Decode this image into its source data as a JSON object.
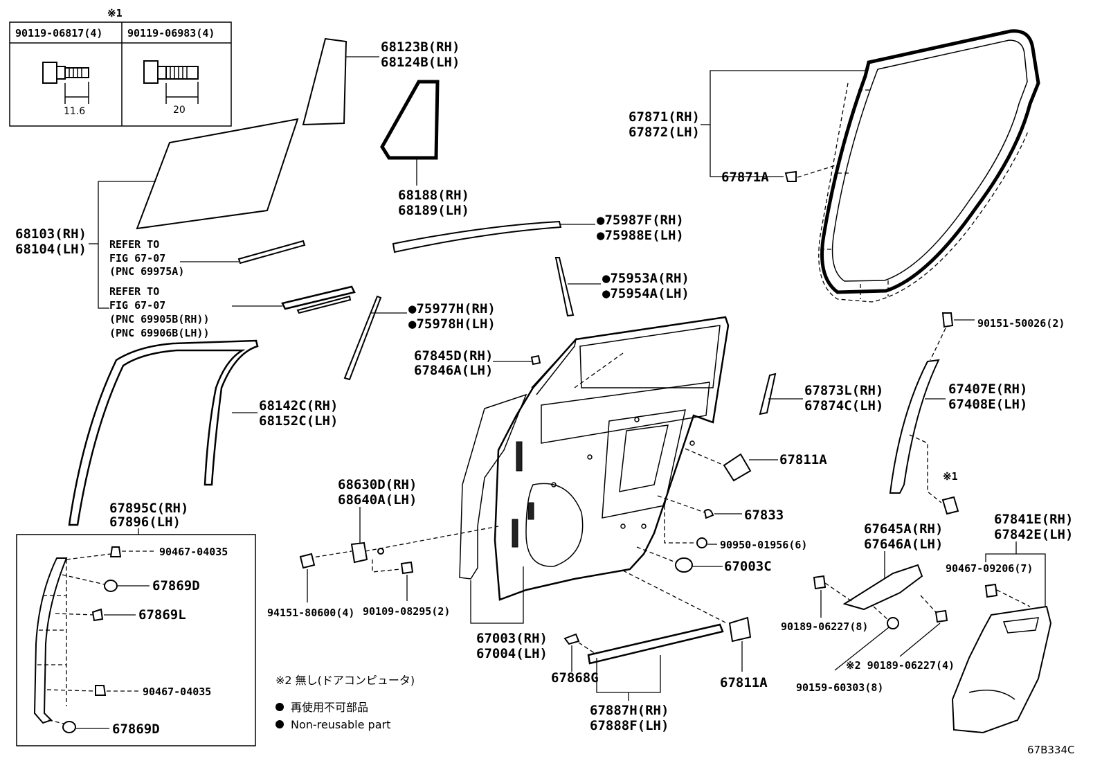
{
  "inset": {
    "marker": "※1",
    "col1_part": "90119-06817(4)",
    "col1_dim": "11.6",
    "col2_part": "90119-06983(4)",
    "col2_dim": "20"
  },
  "labels": {
    "p68123b": "68123B(RH)",
    "p68124b": "68124B(LH)",
    "p68188": "68188(RH)",
    "p68189": "68189(LH)",
    "p68103": "68103(RH)",
    "p68104": "68104(LH)",
    "ref1_l1": "REFER TO",
    "ref1_l2": "FIG 67-07",
    "ref1_l3": "(PNC 69975A)",
    "ref2_l1": "REFER TO",
    "ref2_l2": "FIG 67-07",
    "ref2_l3": "(PNC 69905B(RH))",
    "ref2_l4": "(PNC 69906B(LH))",
    "p75987f": "●75987F(RH)",
    "p75988e": "●75988E(LH)",
    "p75953a": "●75953A(RH)",
    "p75954a": "●75954A(LH)",
    "p75977h": "●75977H(RH)",
    "p75978h": "●75978H(LH)",
    "p67845d": "67845D(RH)",
    "p67846a": "67846A(LH)",
    "p67871": "67871(RH)",
    "p67872": "67872(LH)",
    "p67871a": "67871A",
    "p90151": "90151-50026(2)",
    "p67873l": "67873L(RH)",
    "p67874c": "67874C(LH)",
    "p67407e": "67407E(RH)",
    "p67408e": "67408E(LH)",
    "p67811a_top": "67811A",
    "p68142c": "68142C(RH)",
    "p68152c": "68152C(LH)",
    "p68630d": "68630D(RH)",
    "p68640a": "68640A(LH)",
    "p67833": "67833",
    "p90950": "90950-01956(6)",
    "p67003c": "67003C",
    "p67645a": "67645A(RH)",
    "p67646a": "67646A(LH)",
    "p67841e": "67841E(RH)",
    "p67842e": "67842E(LH)",
    "p90467_09206": "90467-09206(7)",
    "marker1_right": "※1",
    "p67895c": "67895C(RH)",
    "p67896": "67896(LH)",
    "p90467_04035_a": "90467-04035",
    "p67869d_a": "67869D",
    "p67869l": "67869L",
    "p90467_04035_b": "90467-04035",
    "p67869d_b": "67869D",
    "p94151": "94151-80600(4)",
    "p90109": "90109-08295(2)",
    "p67003": "67003(RH)",
    "p67004": "67004(LH)",
    "p67868g": "67868G",
    "p67811a_bot": "67811A",
    "p67887h": "67887H(RH)",
    "p67888f": "67888F(LH)",
    "p90189_8": "90189-06227(8)",
    "p90189_4": "※2 90189-06227(4)",
    "p90159": "90159-60303(8)",
    "footnote2": "※2  無し(ドアコンピュータ)",
    "legend_jp": "再使用不可部品",
    "legend_en": "Non-reusable part",
    "figure_code": "67B334C"
  }
}
